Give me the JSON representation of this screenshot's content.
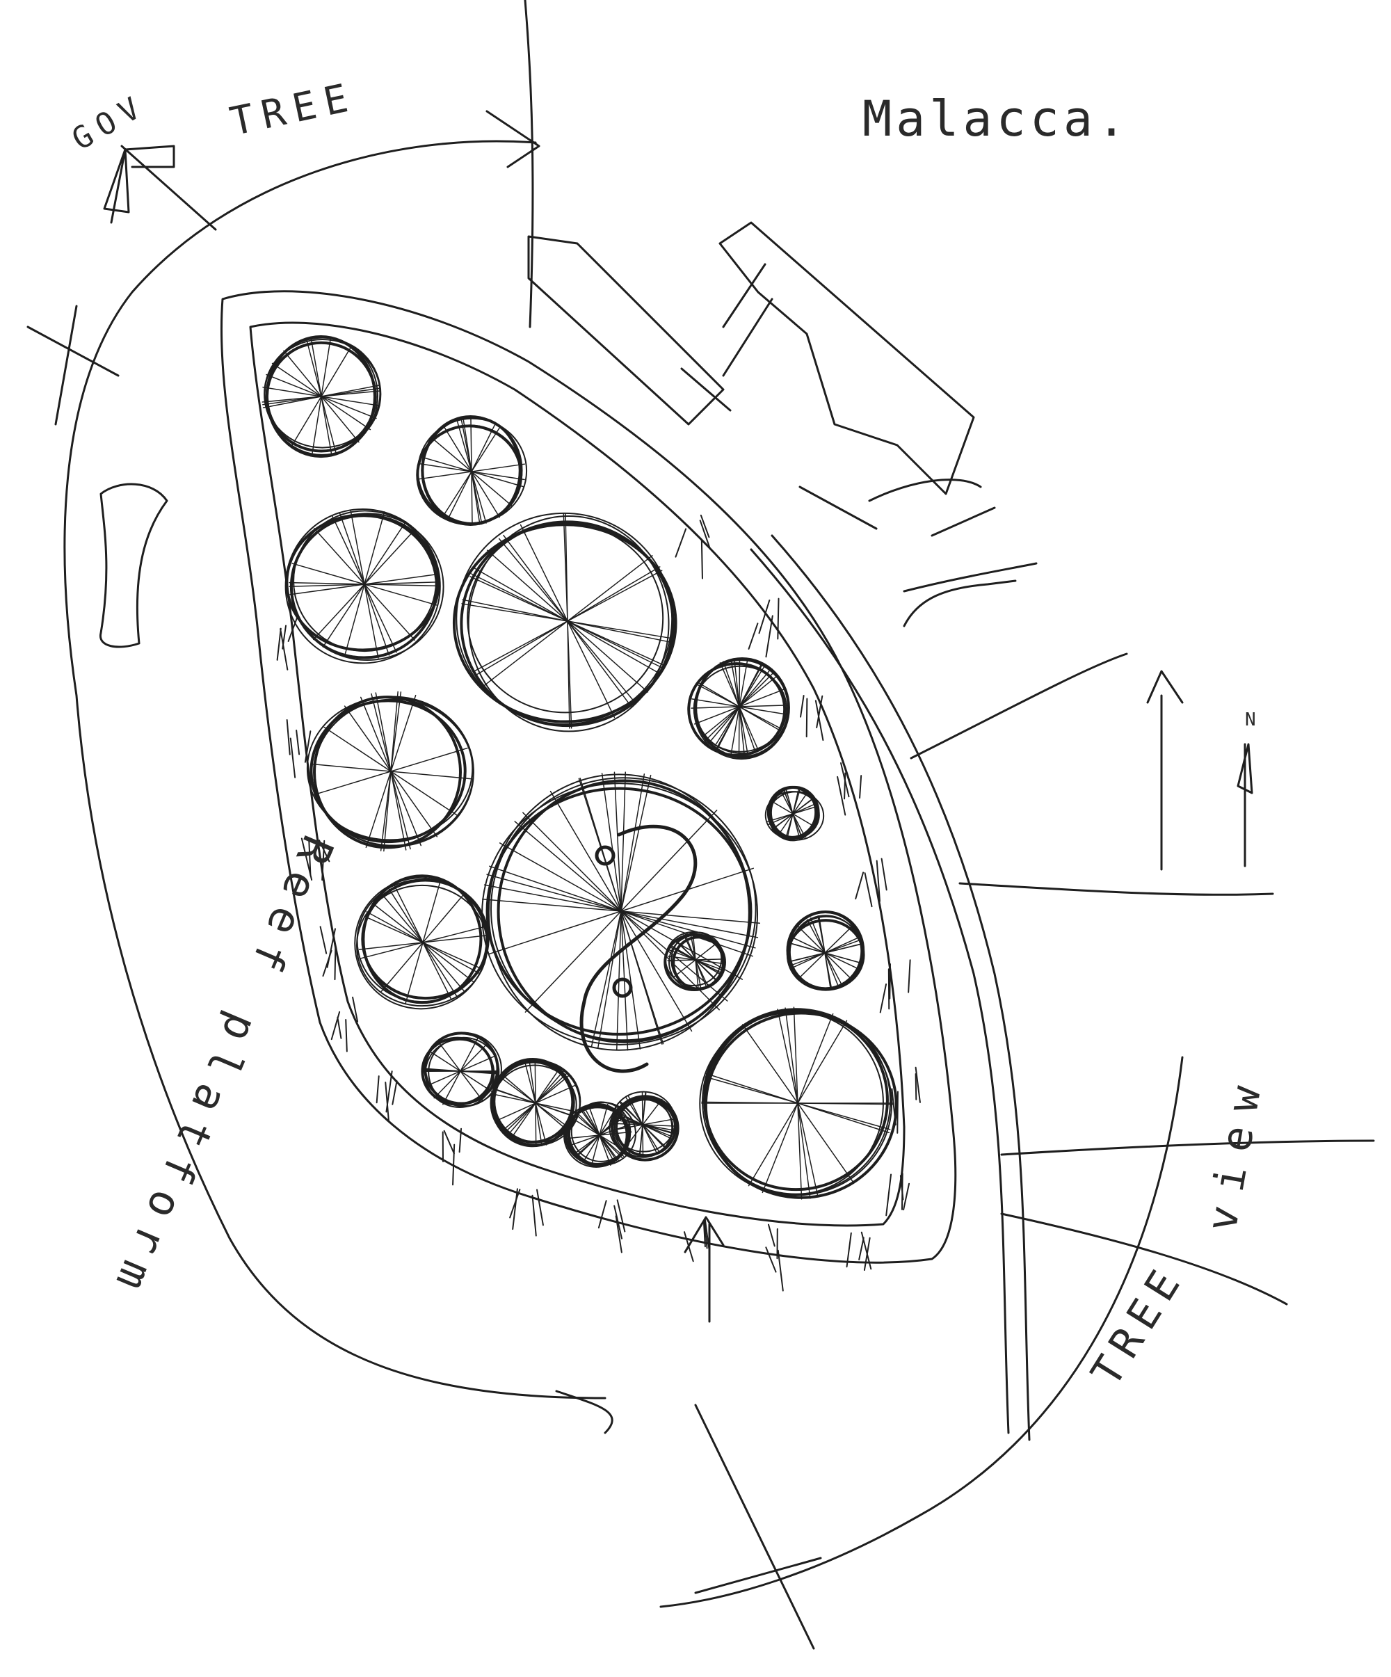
{
  "sketch": {
    "place_label": "Malacca.",
    "gov_label": "GOV",
    "tree_label_top": "TREE",
    "tree_label_bottom": "TREE",
    "view_label": "view",
    "reef_label": "Reef platform",
    "north_label": "N"
  },
  "colors": {
    "ink": "#1e1e1e",
    "paper": "#ffffff"
  }
}
